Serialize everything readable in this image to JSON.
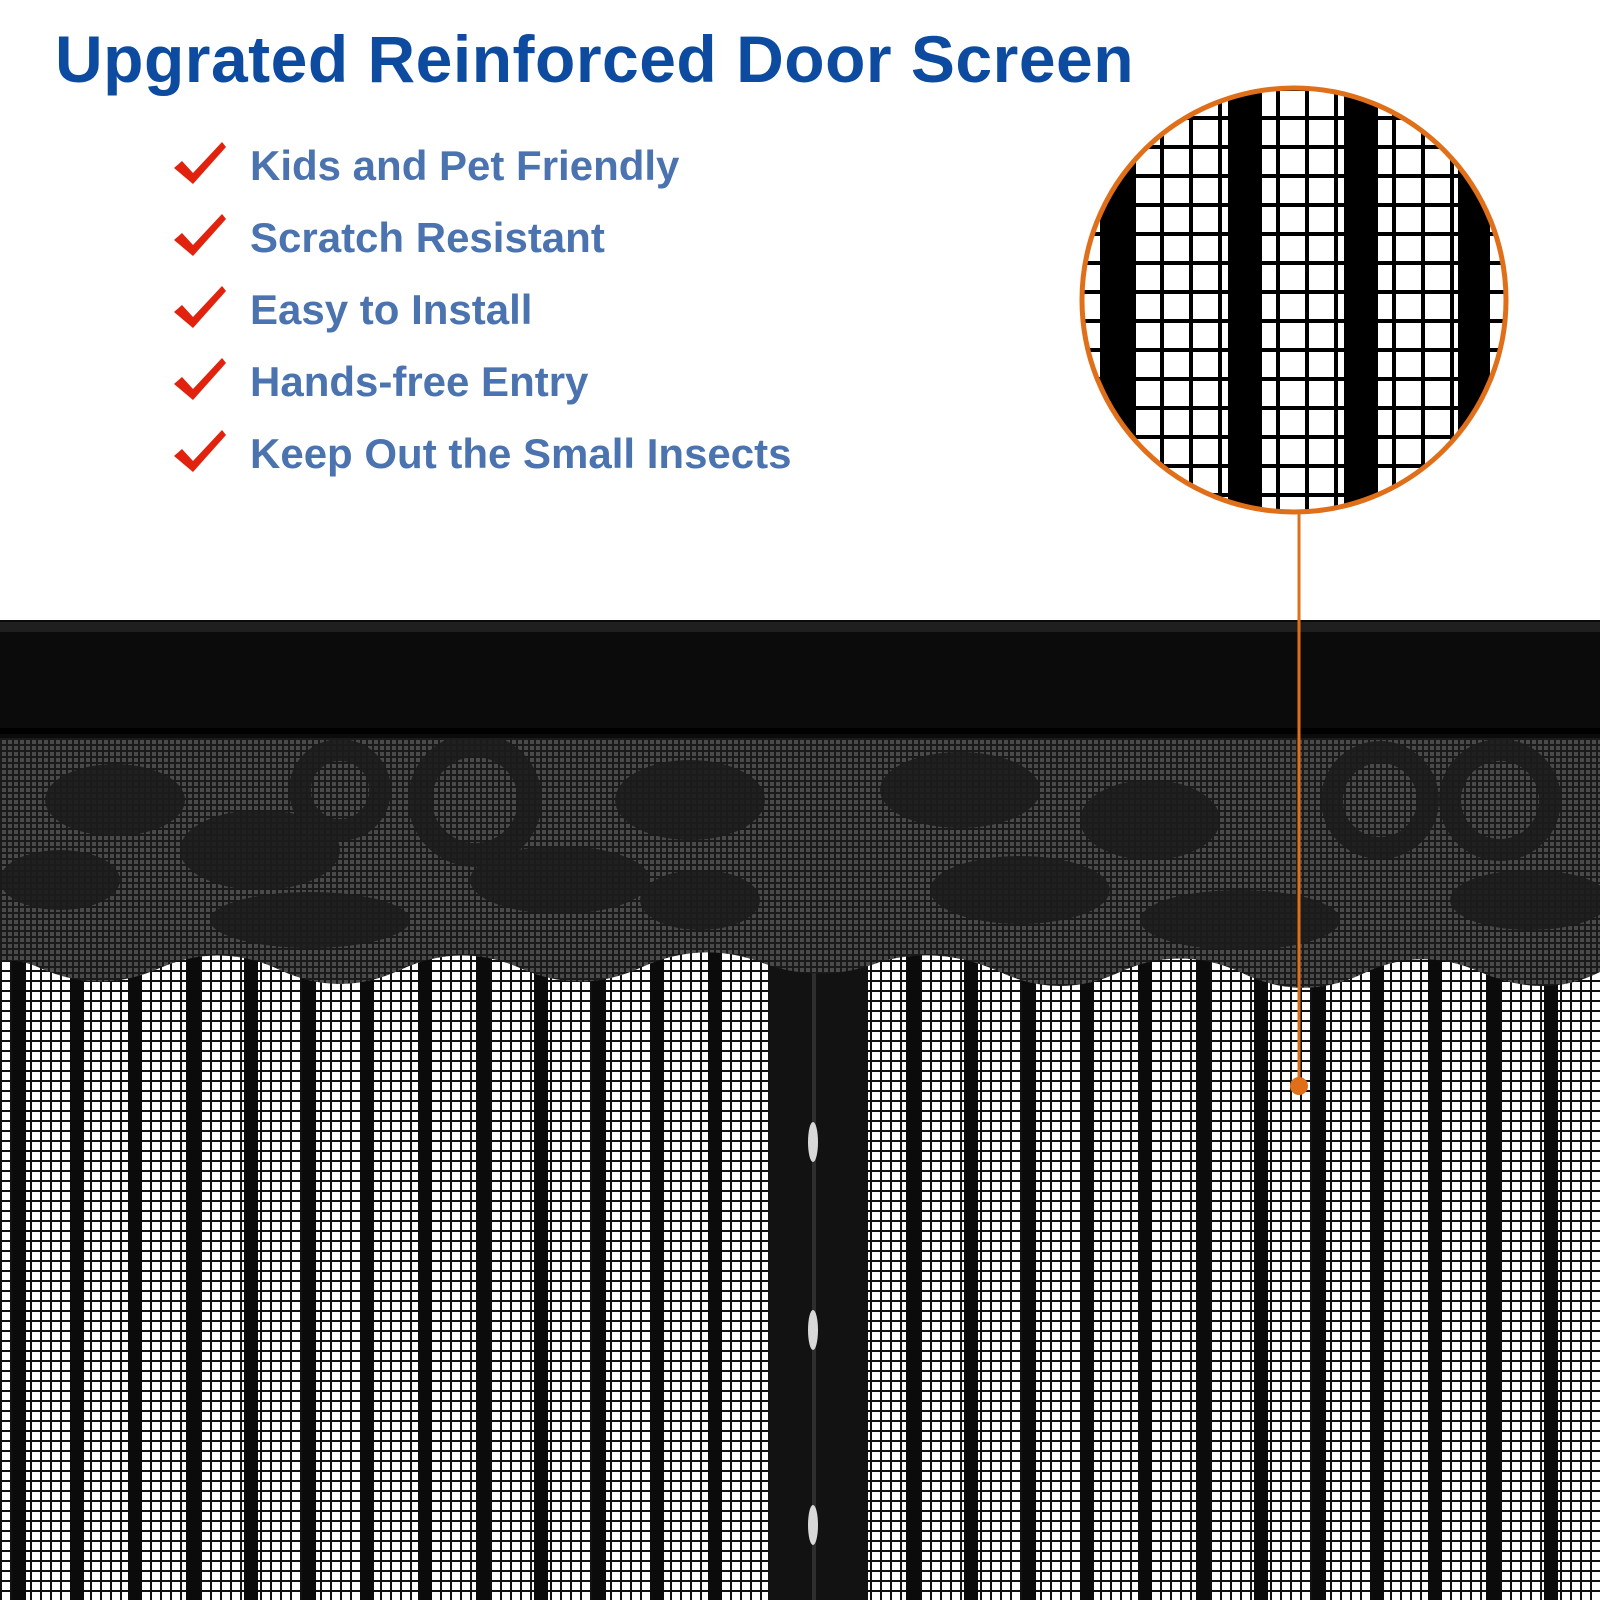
{
  "headline": "Upgrated Reinforced Door Screen",
  "features": [
    {
      "label": "Kids and Pet Friendly",
      "icon": "check-icon"
    },
    {
      "label": "Scratch Resistant",
      "icon": "check-icon"
    },
    {
      "label": "Easy to Install",
      "icon": "check-icon"
    },
    {
      "label": "Hands-free Entry",
      "icon": "check-icon"
    },
    {
      "label": "Keep Out the Small Insects",
      "icon": "check-icon"
    }
  ],
  "colors": {
    "headline": "#0d4ba0",
    "feature_text": "#4a73b0",
    "check": "#e0220e",
    "callout": "#e06f1a",
    "screen": "#0b0b0b",
    "valance": "#2b2b2b"
  }
}
